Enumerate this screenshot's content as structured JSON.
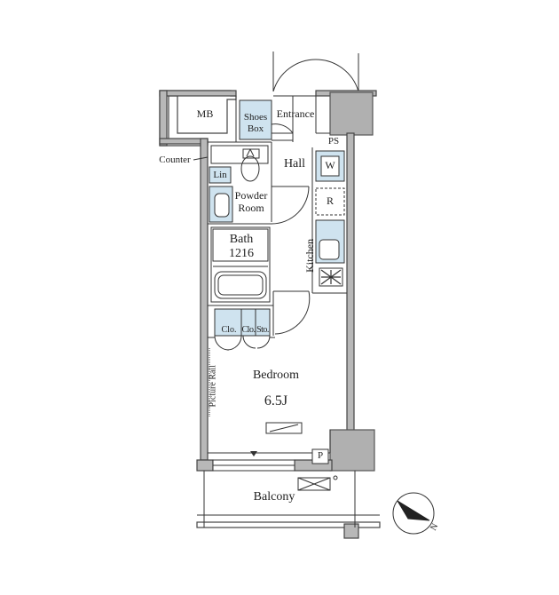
{
  "rooms": {
    "mb": "MB",
    "shoes_box_line1": "Shoes",
    "shoes_box_line2": "Box",
    "entrance": "Entrance",
    "ps": "PS",
    "counter": "Counter",
    "hall": "Hall",
    "lin": "Lin",
    "washer": "W",
    "powder_line1": "Powder",
    "powder_line2": "Room",
    "refrigerator": "R",
    "bath_line1": "Bath",
    "bath_line2": "1216",
    "kitchen": "Kitchen",
    "closet1": "Clo.",
    "closet2": "Clo.",
    "storage": "Sto.",
    "picture_rail": "Picture Rail",
    "bedroom": "Bedroom",
    "bedroom_size": "6.5J",
    "p_box": "P",
    "balcony": "Balcony"
  },
  "compass": {
    "north": "N"
  },
  "colors": {
    "wall": "#4a4a4a",
    "wall_fill": "#b8b8b8",
    "storage_fill": "#cfe3ef",
    "line": "#333333"
  }
}
